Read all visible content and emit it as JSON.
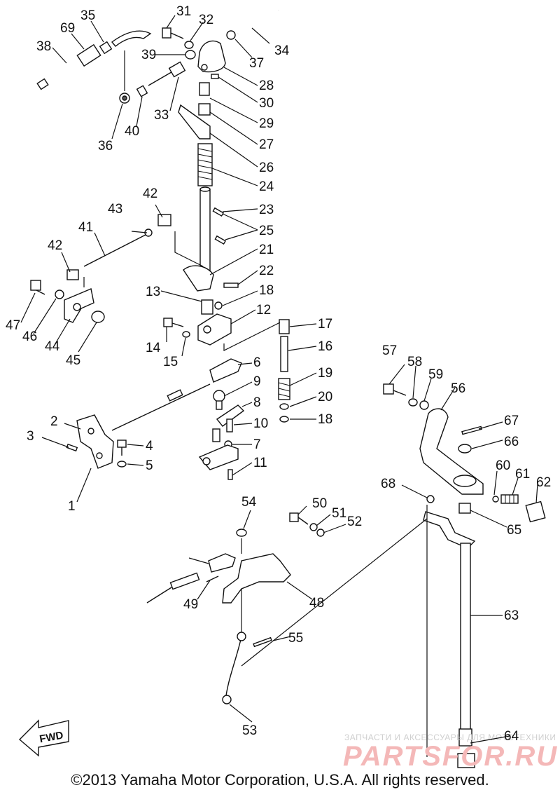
{
  "labels": [
    "1",
    "2",
    "3",
    "4",
    "5",
    "6",
    "7",
    "8",
    "9",
    "10",
    "11",
    "12",
    "13",
    "14",
    "15",
    "16",
    "17",
    "18",
    "19",
    "20",
    "21",
    "22",
    "23",
    "24",
    "25",
    "26",
    "27",
    "28",
    "29",
    "30",
    "31",
    "32",
    "33",
    "34",
    "35",
    "36",
    "37",
    "38",
    "39",
    "40",
    "41",
    "42",
    "43",
    "44",
    "45",
    "46",
    "47",
    "48",
    "49",
    "50",
    "51",
    "52",
    "53",
    "54",
    "55",
    "56",
    "57",
    "58",
    "59",
    "60",
    "61",
    "62",
    "63",
    "64",
    "65",
    "66",
    "67",
    "68",
    "69"
  ],
  "fwd_arrow": "FWD",
  "watermark": {
    "top": "ЗАПЧАСТИ И АКСЕССУАРЫ ДЛЯ МОТОТЕХНИКИ",
    "main": "PARTSFOR.RU"
  },
  "copyright": "©2013 Yamaha Motor Corporation, U.S.A. All rights reserved."
}
